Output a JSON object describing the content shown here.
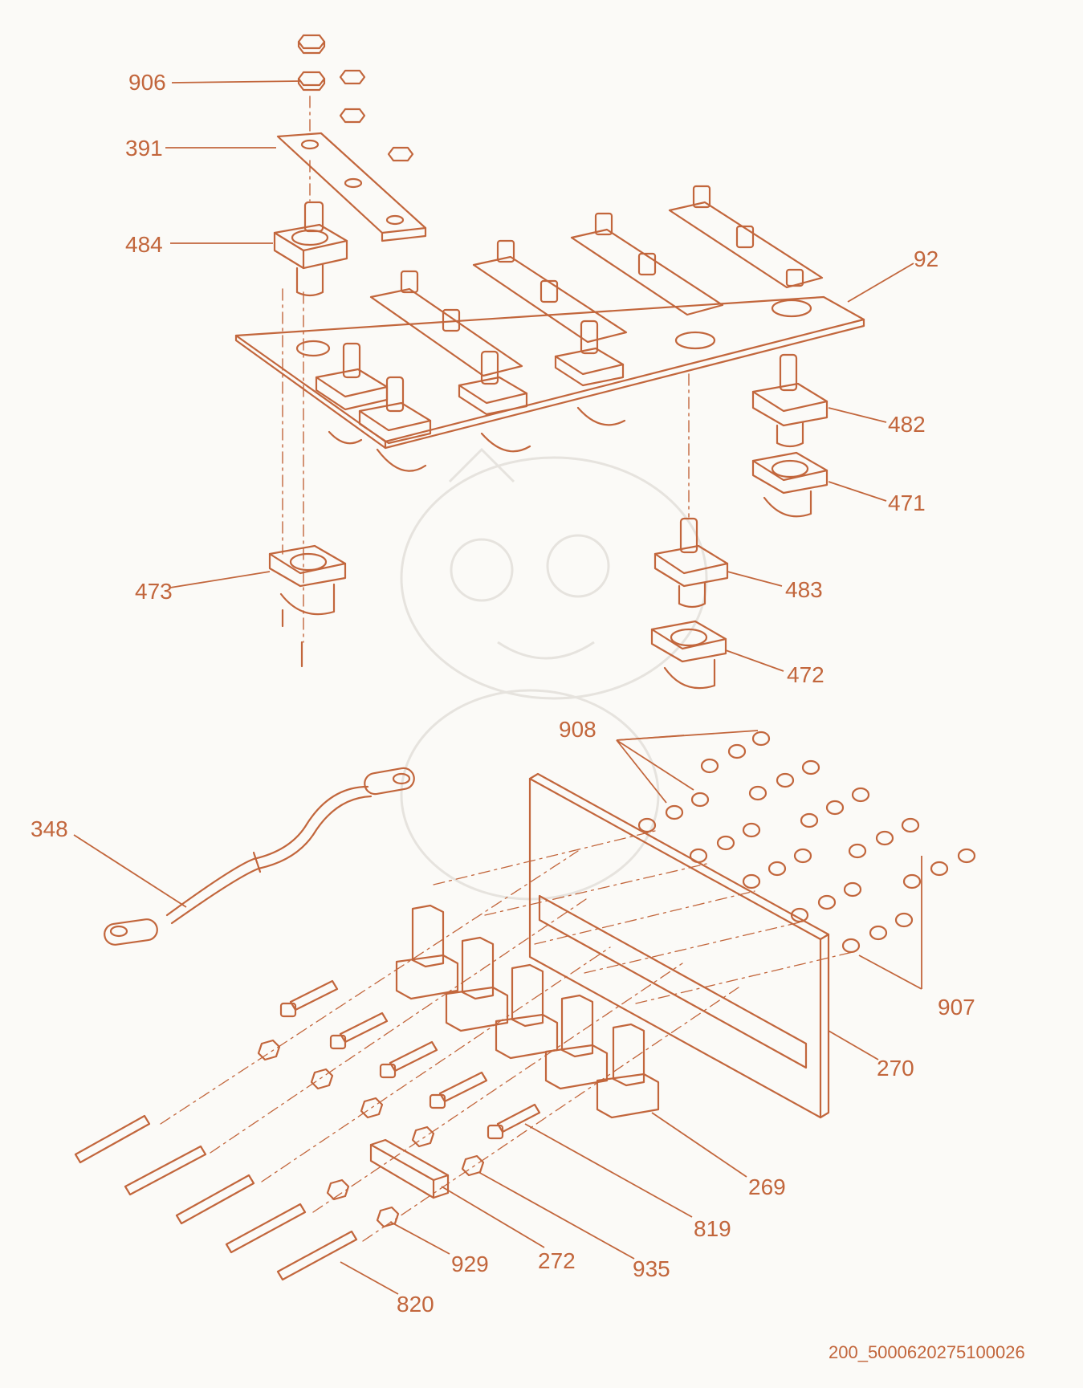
{
  "colors": {
    "line": "#c2663c",
    "label": "#c2663c",
    "background": "#fbfaf7",
    "watermark": "#e6e3de"
  },
  "labels": {
    "p906": "906",
    "p391": "391",
    "p484": "484",
    "p92": "92",
    "p482": "482",
    "p471": "471",
    "p473": "473",
    "p483": "483",
    "p472": "472",
    "p908": "908",
    "p348": "348",
    "p907": "907",
    "p270": "270",
    "p269": "269",
    "p819": "819",
    "p929": "929",
    "p272": "272",
    "p935": "935",
    "p820": "820"
  },
  "document_id": "200_5000620275100026"
}
